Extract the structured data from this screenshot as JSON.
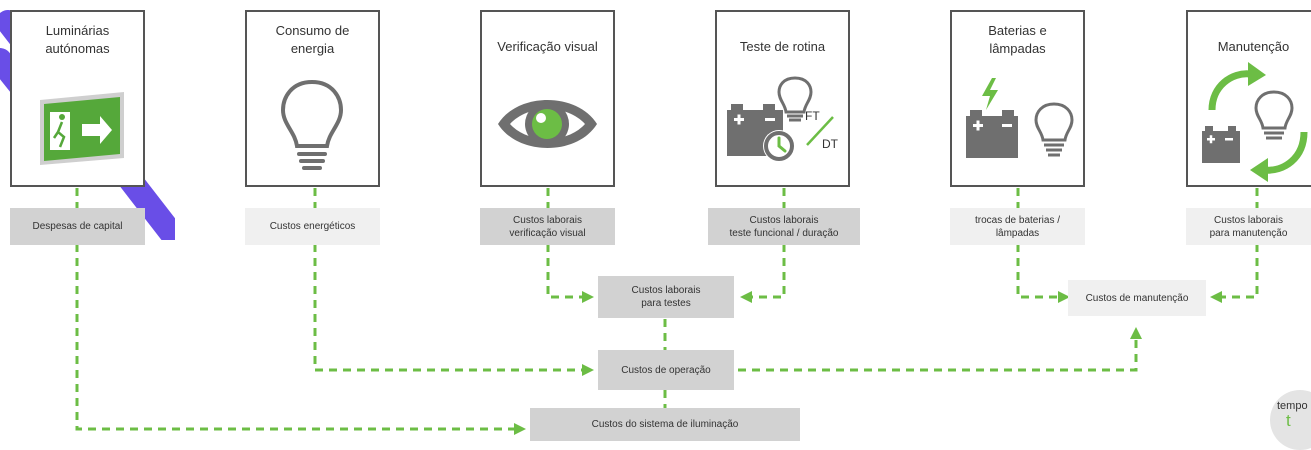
{
  "panels": [
    {
      "title": "Luminárias\nautónomas",
      "label": "Despesas de capital"
    },
    {
      "title": "Consumo de\nenergia",
      "label": "Custos energéticos"
    },
    {
      "title": "Verificação visual",
      "label": "Custos laborais\nverificação visual"
    },
    {
      "title": "Teste de rotina",
      "label": "Custos laborais\nteste funcional / duração",
      "icon_text_1": "FT",
      "icon_text_2": "DT"
    },
    {
      "title": "Baterias e\nlâmpadas",
      "label": "trocas de baterias /\nlâmpadas"
    },
    {
      "title": "Manutenção",
      "label": "Custos laborais\npara manutenção"
    }
  ],
  "hubs": {
    "testes": "Custos laborais\npara testes",
    "manutencao": "Custos de manutenção",
    "operacao": "Custos de operação",
    "sistema": "Custos do sistema de iluminação"
  },
  "time_badge": {
    "word": "tempo",
    "symbol": "t"
  },
  "colors": {
    "accent": "#6cbd45",
    "frame": "#555555",
    "icon": "#6f6f6f",
    "label_dark": "#d2d2d2",
    "label_light": "#f0f0f0"
  }
}
